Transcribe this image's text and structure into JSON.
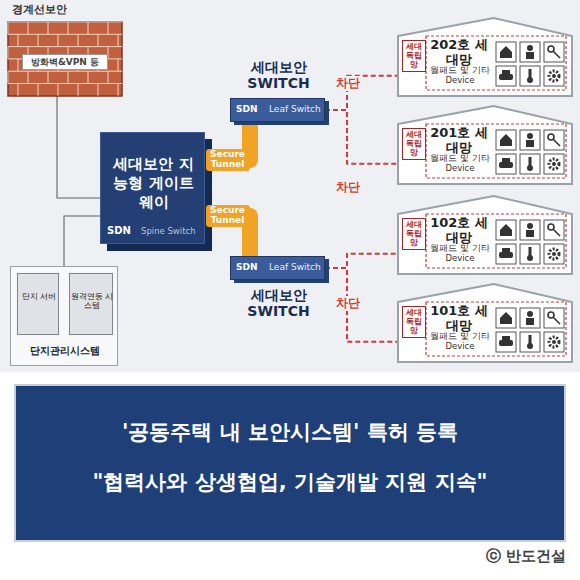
{
  "diagram": {
    "title": "'공동주택 내 보안시스템' 특허 등록",
    "caption": "\"협력사와 상생협업, 기술개발 지원 지속\"",
    "nodes": [
      {
        "text": [
          "경계선보안",
          "방화벽&VPN 등"
        ]
      },
      {
        "text": [
          "세대보안 지능형 게이트웨이",
          "SDN",
          "Spine Switch"
        ]
      },
      {
        "text": [
          "단지관리시스템"
        ]
      },
      {
        "text": [
          "단지 서버"
        ],
        "in": 2
      },
      {
        "text": [
          "원격연동 시스템"
        ],
        "in": 2
      },
      {
        "text": [
          "세대보안 SWITCH",
          "SDN",
          "Leaf Switch"
        ]
      },
      {
        "text": [
          "세대보안 SWITCH",
          "SDN",
          "Leaf Switch"
        ]
      },
      {
        "text": [
          "202호 세대망",
          "월패드 및 기타 Device",
          "세대 독립망"
        ]
      },
      {
        "text": [
          "201호 세대망",
          "월패드 및 기타 Device",
          "세대 독립망"
        ]
      },
      {
        "text": [
          "102호 세대망",
          "월패드 및 기타 Device",
          "세대 독립망"
        ]
      },
      {
        "text": [
          "101호 세대망",
          "월패드 및 기타 Device",
          "세대 독립망"
        ]
      }
    ],
    "edges": [
      {
        "from": 0,
        "to": 1,
        "arrow": "none"
      },
      {
        "from": 1,
        "to": 2,
        "arrow": "none"
      },
      {
        "from": 1,
        "to": 5,
        "label": "Secure Tunnel",
        "arrow": "none"
      },
      {
        "from": 1,
        "to": 6,
        "label": "Secure Tunnel",
        "arrow": "none"
      },
      {
        "from": 5,
        "to": 7,
        "arrow": "none"
      },
      {
        "from": 5,
        "to": 8,
        "arrow": "none"
      },
      {
        "from": 6,
        "to": 9,
        "arrow": "none"
      },
      {
        "from": 6,
        "to": 10,
        "arrow": "none"
      }
    ],
    "labels": [
      "차단",
      "차단",
      "차단",
      "ⓒ 반도건설"
    ]
  }
}
